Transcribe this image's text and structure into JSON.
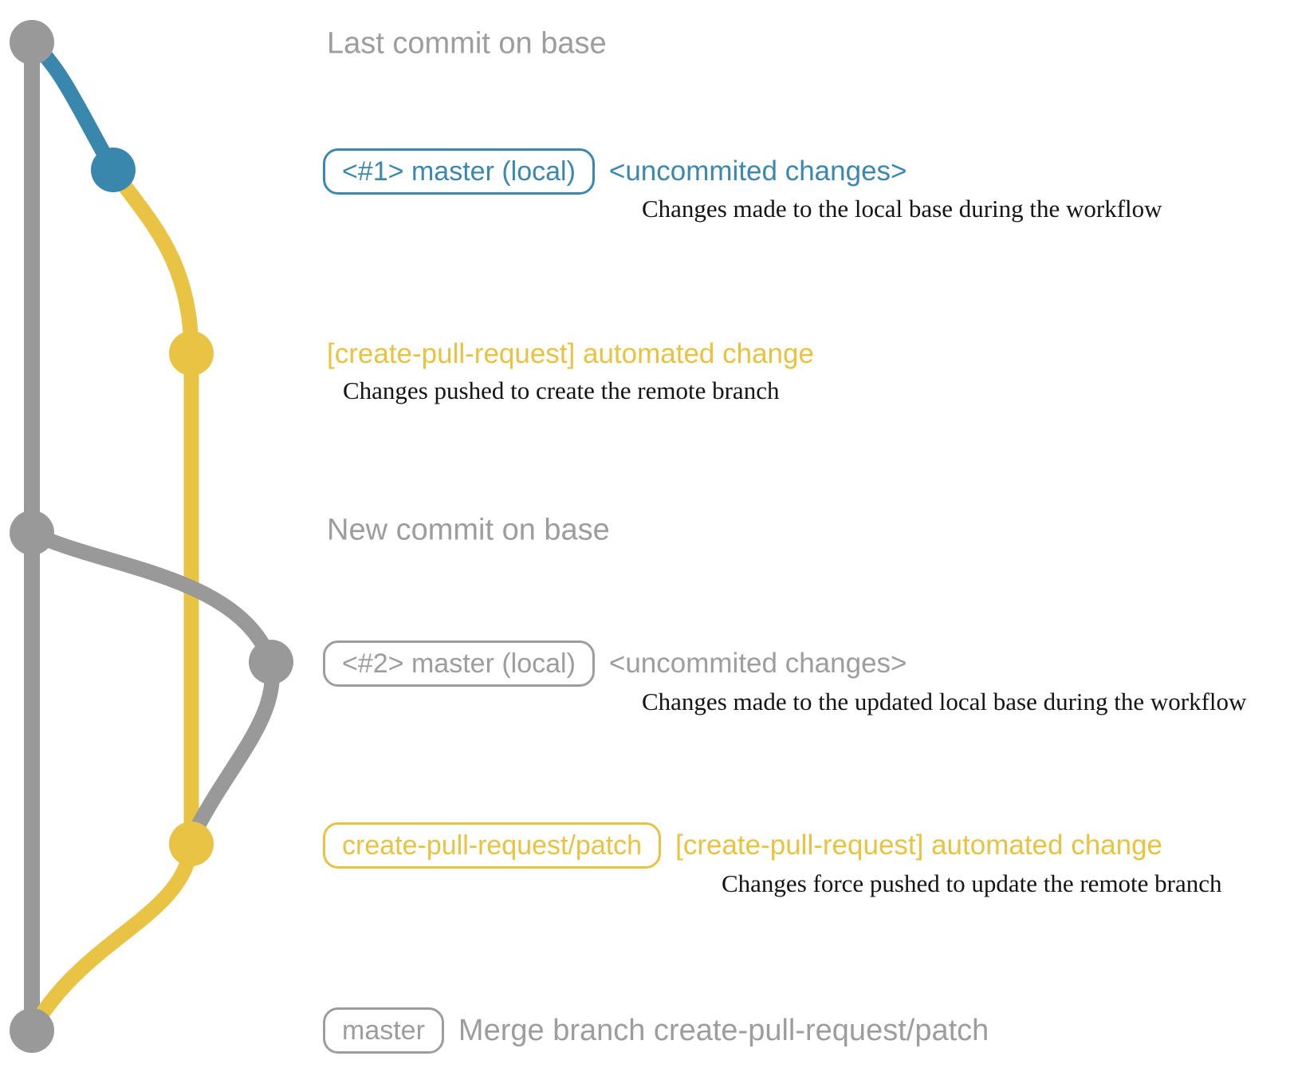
{
  "colors": {
    "gray": "#999999",
    "blue": "#3a87ad",
    "yellow": "#e9c343",
    "text_dark": "#141414"
  },
  "rows": {
    "last_commit": {
      "label": "Last commit on base"
    },
    "commit1": {
      "badge": "<#1> master (local)",
      "message": "<uncommited changes>",
      "description": "Changes made to the local base during the workflow"
    },
    "push1": {
      "message": "[create-pull-request] automated change",
      "description": "Changes pushed to create the remote branch"
    },
    "new_commit": {
      "label": "New commit on base"
    },
    "commit2": {
      "badge": "<#2> master (local)",
      "message": "<uncommited changes>",
      "description": "Changes made to the updated local base during the workflow"
    },
    "push2": {
      "badge": "create-pull-request/patch",
      "message": "[create-pull-request] automated change",
      "description": "Changes force pushed to update the remote branch"
    },
    "merge": {
      "badge": "master",
      "message": "Merge branch create-pull-request/patch"
    }
  }
}
